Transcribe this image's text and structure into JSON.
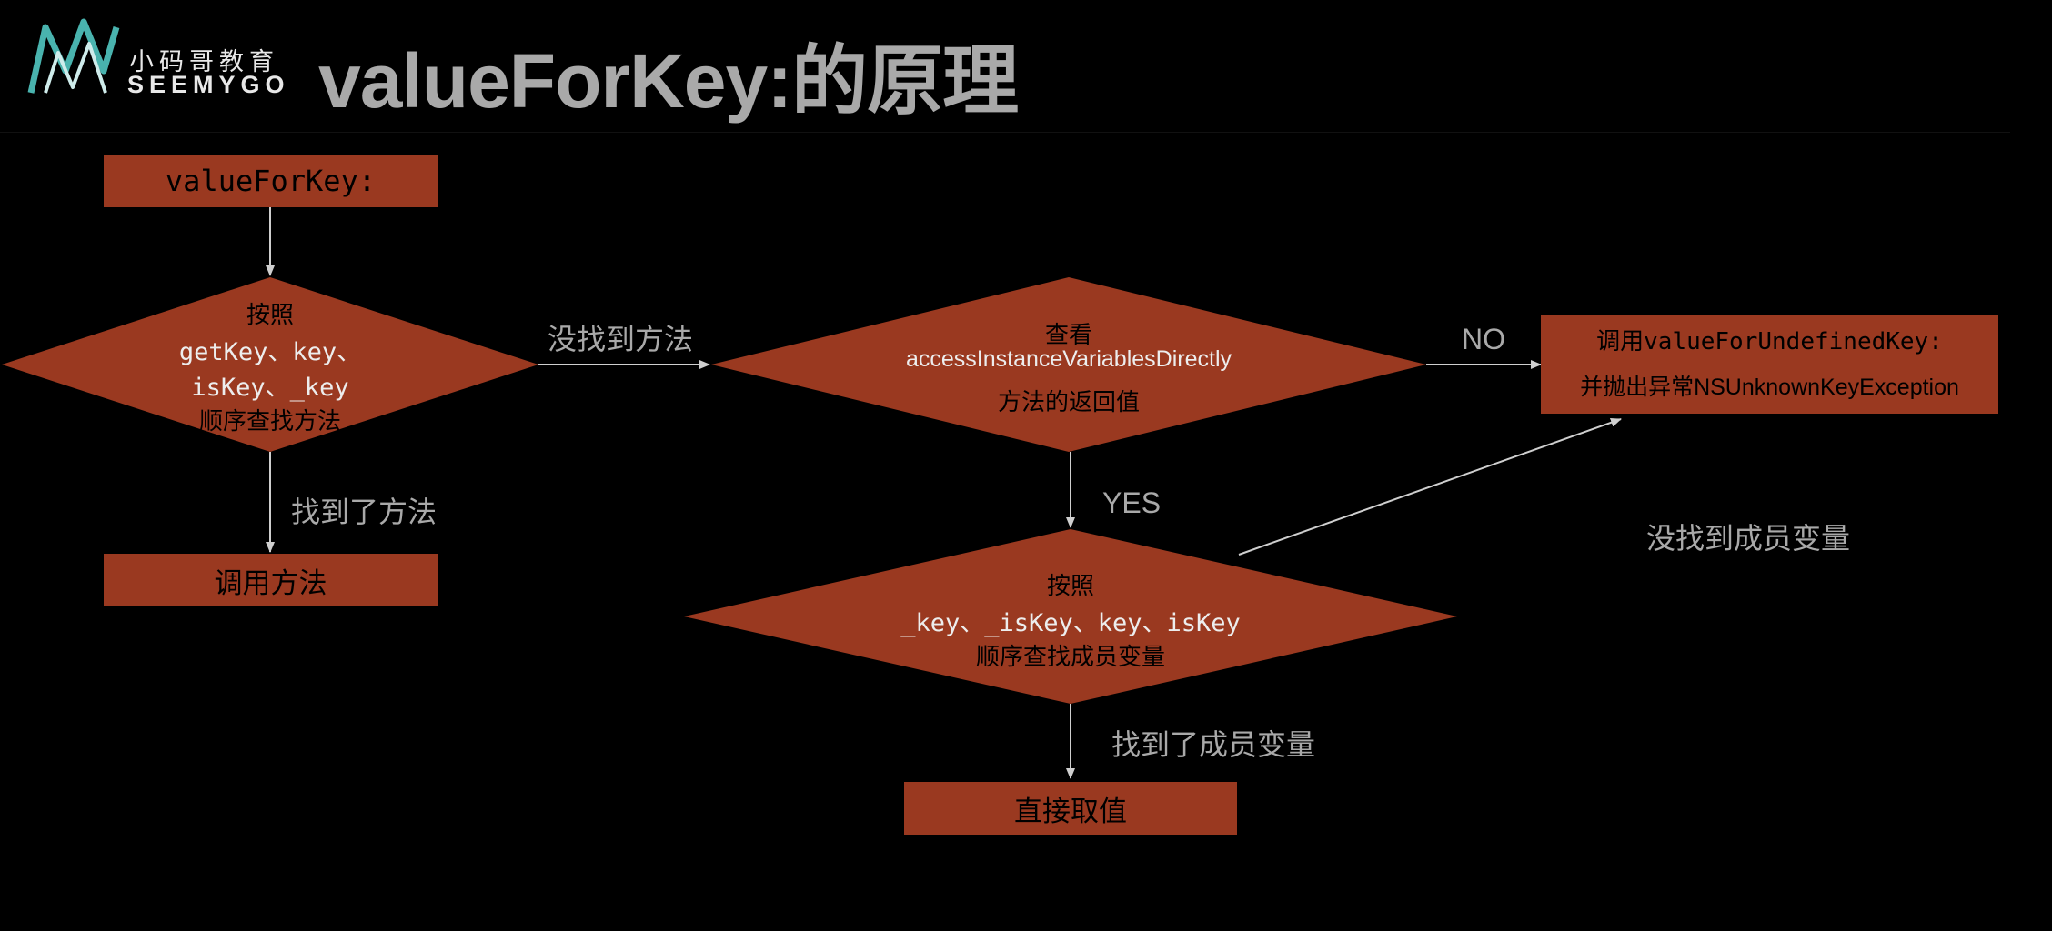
{
  "title": "valueForKey:的原理",
  "logo": {
    "cn": "小码哥教育",
    "en": "SEEMYGO"
  },
  "colors": {
    "shape_fill": "#9a3920",
    "label": "#a9a9a9",
    "arrow": "#cfcfcf",
    "background": "#000000"
  },
  "nodes": {
    "start": "valueForKey:",
    "diamond1": {
      "line1": "按照",
      "line2": "getKey、key、",
      "line3": "isKey、_key",
      "line4": "顺序查找方法"
    },
    "call_method": "调用方法",
    "diamond2": {
      "line1": "查看",
      "line2": "accessInstanceVariablesDirectly",
      "line3": "方法的返回值"
    },
    "undefined": {
      "line1_prefix": "调用",
      "line1_code": "valueForUndefinedKey:",
      "line2": "并抛出异常NSUnknownKeyException"
    },
    "diamond3": {
      "line1": "按照",
      "line2": "_key、_isKey、key、isKey",
      "line3": "顺序查找成员变量"
    },
    "direct_value": "直接取值"
  },
  "edge_labels": {
    "not_found_method": "没找到方法",
    "found_method": "找到了方法",
    "no": "NO",
    "yes": "YES",
    "not_found_member": "没找到成员变量",
    "found_member": "找到了成员变量"
  }
}
